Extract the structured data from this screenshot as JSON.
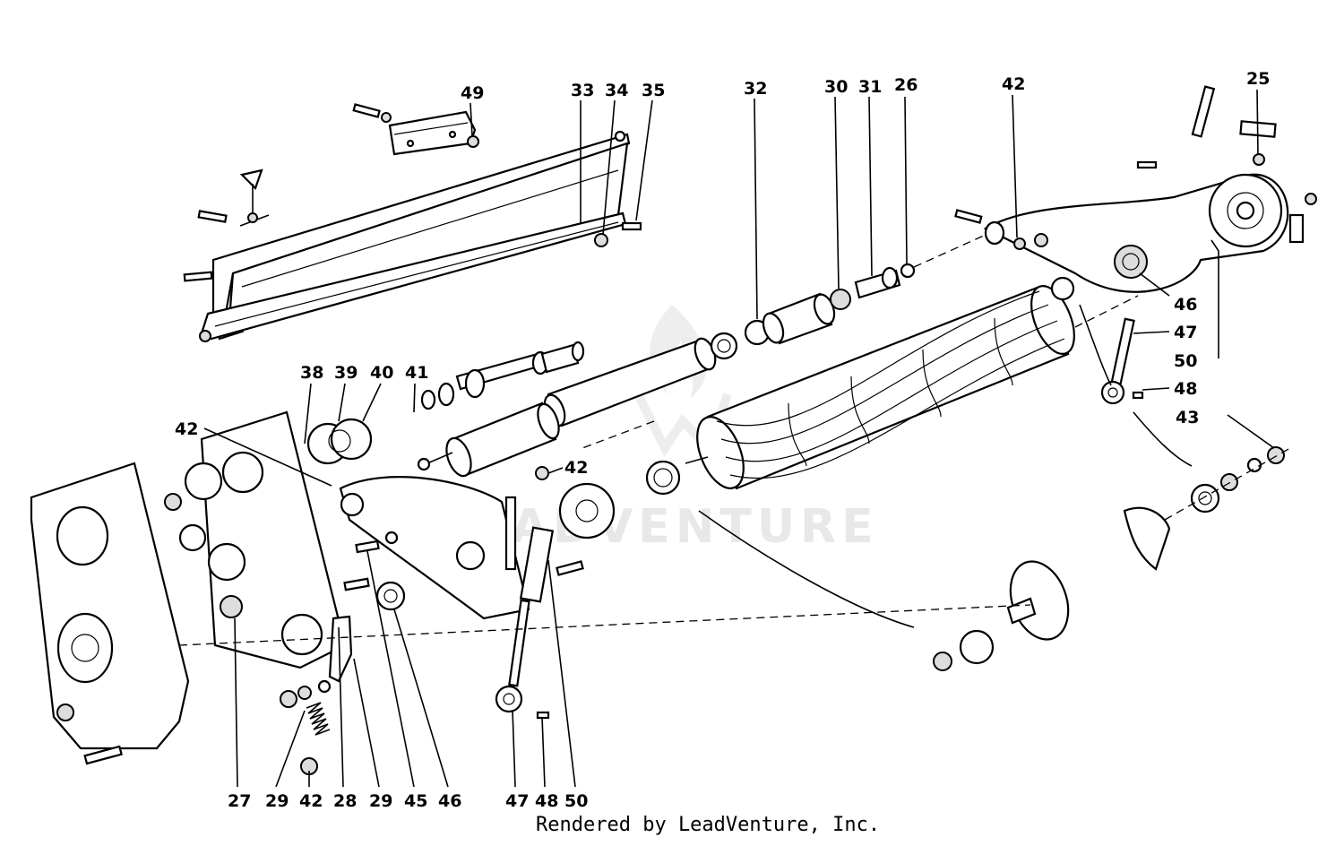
{
  "diagram": {
    "callouts": [
      {
        "id": "c49",
        "text": "49"
      },
      {
        "id": "c33",
        "text": "33"
      },
      {
        "id": "c34",
        "text": "34"
      },
      {
        "id": "c35",
        "text": "35"
      },
      {
        "id": "c32",
        "text": "32"
      },
      {
        "id": "c30",
        "text": "30"
      },
      {
        "id": "c31",
        "text": "31"
      },
      {
        "id": "c26",
        "text": "26"
      },
      {
        "id": "c42a",
        "text": "42"
      },
      {
        "id": "c25",
        "text": "25"
      },
      {
        "id": "c46a",
        "text": "46"
      },
      {
        "id": "c47a",
        "text": "47"
      },
      {
        "id": "c50a",
        "text": "50"
      },
      {
        "id": "c48a",
        "text": "48"
      },
      {
        "id": "c43",
        "text": "43"
      },
      {
        "id": "c38",
        "text": "38"
      },
      {
        "id": "c39",
        "text": "39"
      },
      {
        "id": "c40",
        "text": "40"
      },
      {
        "id": "c41",
        "text": "41"
      },
      {
        "id": "c42b",
        "text": "42"
      },
      {
        "id": "c42c",
        "text": "42"
      },
      {
        "id": "c27",
        "text": "27"
      },
      {
        "id": "c29a",
        "text": "29"
      },
      {
        "id": "c42d",
        "text": "42"
      },
      {
        "id": "c28",
        "text": "28"
      },
      {
        "id": "c29b",
        "text": "29"
      },
      {
        "id": "c45",
        "text": "45"
      },
      {
        "id": "c46b",
        "text": "46"
      },
      {
        "id": "c47b",
        "text": "47"
      },
      {
        "id": "c48b",
        "text": "48"
      },
      {
        "id": "c50b",
        "text": "50"
      }
    ],
    "footer": "Rendered by LeadVenture, Inc.",
    "watermark": "LEADVENTURE"
  }
}
